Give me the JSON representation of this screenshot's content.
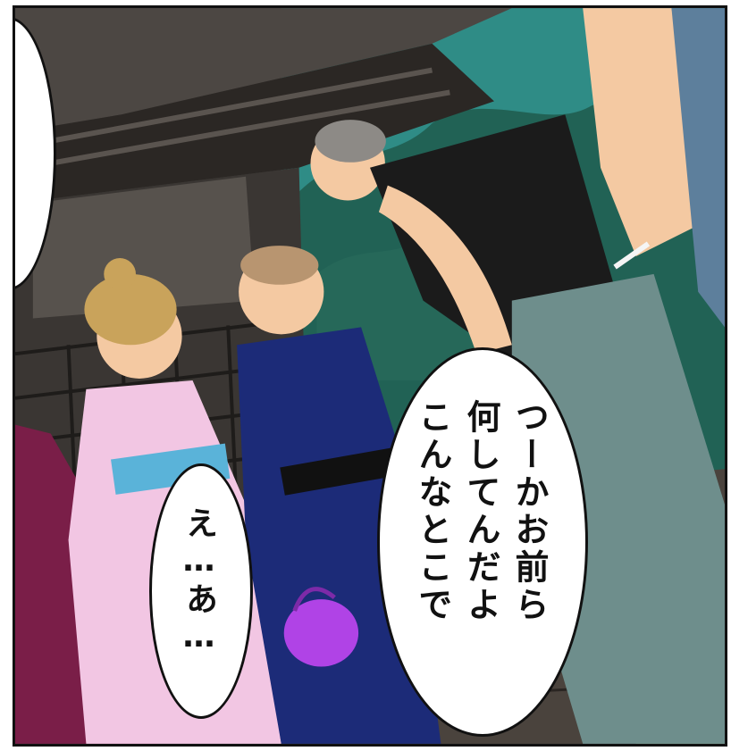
{
  "panel": {
    "speech_main": {
      "lines": [
        "つーかお前ら",
        "何してんだよ",
        "こんなとこで"
      ]
    },
    "speech_small": {
      "text": "え…あ…"
    }
  },
  "colors": {
    "sky": "#2f8c86",
    "foliage": "#1f5a4c",
    "wood": "#3b3632",
    "yukata_pink": "#f2c6e3",
    "yukata_blue": "#1c2b78",
    "bag_purple": "#b043e6",
    "jeans": "#6e8e8c",
    "tank_top": "#1b1b1b",
    "skin": "#f4c9a2"
  }
}
